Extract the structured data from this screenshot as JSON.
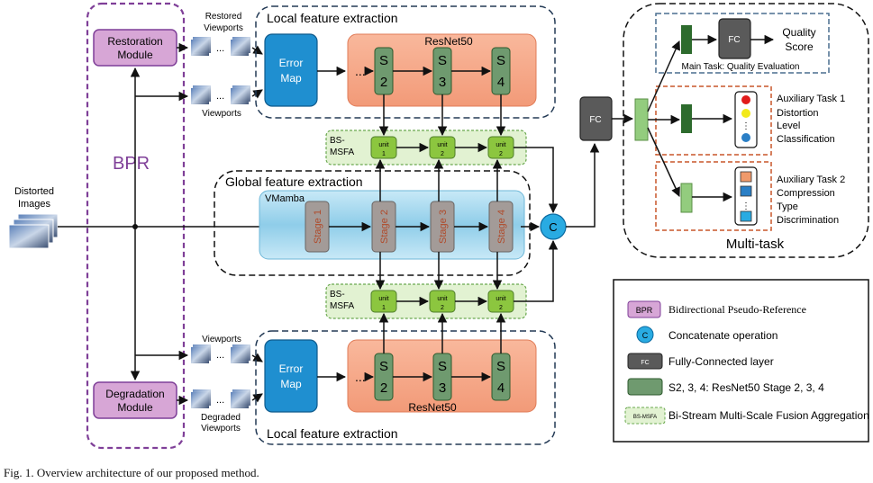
{
  "colors": {
    "bpr_fill": "#d7a6d6",
    "bpr_border": "#7f3f98",
    "error_map": "#1f8fd0",
    "resnet_fill": "#f6a98a",
    "vmamba_fill": "#9dd3ee",
    "stage_fill": "#a39b98",
    "stage_text": "#b04a2a",
    "unit_fill": "#8cc63f",
    "msfa_fill": "#e2f2d2",
    "fc_fill": "#5a5a5a",
    "dark_green": "#2d6b2d",
    "light_green": "#93cc7e",
    "concat_fill": "#29abe2",
    "red_dashed": "#c8562a"
  },
  "bpr": {
    "label": "BPR"
  },
  "restoration_module": {
    "label_line1": "Restoration",
    "label_line2": "Module"
  },
  "degradation_module": {
    "label_line1": "Degradation",
    "label_line2": "Module"
  },
  "input": {
    "label_line1": "Distorted",
    "label_line2": "Images"
  },
  "viewports": {
    "restored_line1": "Restored",
    "restored_line2": "Viewports",
    "top": "Viewports",
    "bottom": "Viewports",
    "degraded_line1": "Degraded",
    "degraded_line2": "Viewports",
    "ellipsis": "..."
  },
  "local_top": {
    "title": "Local feature extraction",
    "error_map_line1": "Error",
    "error_map_line2": "Map",
    "resnet": "ResNet50",
    "ellipsis": "...",
    "stages": [
      {
        "s": "S",
        "n": "2"
      },
      {
        "s": "S",
        "n": "3"
      },
      {
        "s": "S",
        "n": "4"
      }
    ]
  },
  "local_bottom": {
    "title": "Local feature extraction",
    "error_map_line1": "Error",
    "error_map_line2": "Map",
    "resnet": "ResNet50",
    "ellipsis": "...",
    "stages": [
      {
        "s": "S",
        "n": "2"
      },
      {
        "s": "S",
        "n": "3"
      },
      {
        "s": "S",
        "n": "4"
      }
    ]
  },
  "global": {
    "title": "Global feature extraction",
    "vmamba": "VMamba",
    "stages": [
      "Stage 1",
      "Stage 2",
      "Stage 3",
      "Stage 4"
    ]
  },
  "msfa_top": {
    "label_line1": "BS-",
    "label_line2": "MSFA",
    "units": [
      {
        "word": "unit",
        "n": "1"
      },
      {
        "word": "unit",
        "n": "2"
      },
      {
        "word": "unit",
        "n": "2"
      }
    ]
  },
  "msfa_bottom": {
    "label_line1": "BS-",
    "label_line2": "MSFA",
    "units": [
      {
        "word": "unit",
        "n": "1"
      },
      {
        "word": "unit",
        "n": "2"
      },
      {
        "word": "unit",
        "n": "2"
      }
    ]
  },
  "concat": {
    "symbol": "C"
  },
  "fc_main": {
    "label": "FC"
  },
  "multitask": {
    "title": "Multi-task",
    "main_task": "Main Task: Quality Evaluation",
    "fc": "FC",
    "quality_line1": "Quality",
    "quality_line2": "Score",
    "aux1_lines": [
      "Auxiliary Task 1",
      "Distortion",
      "Level",
      "Classification"
    ],
    "aux2_lines": [
      "Auxiliary Task 2",
      "Compression",
      "Type",
      "Discrimination"
    ],
    "vdots": "⋮"
  },
  "legend": {
    "items": [
      {
        "icon": "BPR",
        "text": "Bidirectional Pseudo-Reference"
      },
      {
        "icon": "C",
        "text": "Concatenate operation"
      },
      {
        "icon": "FC",
        "text": "Fully-Connected layer"
      },
      {
        "icon": "",
        "text": "S2, 3, 4: ResNet50 Stage 2, 3, 4"
      },
      {
        "icon": "BS-MSFA",
        "text": "Bi-Stream Multi-Scale Fusion Aggregation"
      }
    ]
  },
  "caption": "Fig. 1.  Overview architecture of our proposed method."
}
